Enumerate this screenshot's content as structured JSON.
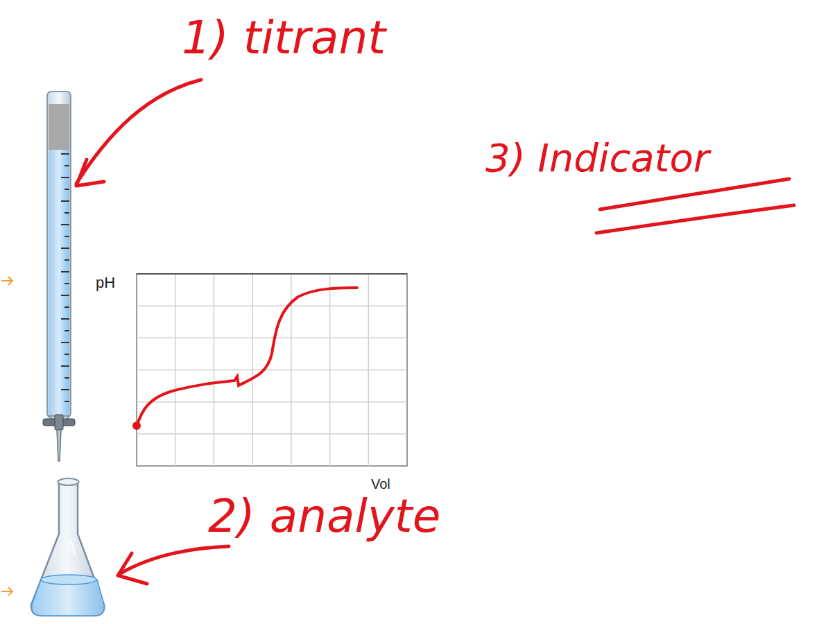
{
  "diagram": {
    "labels": [
      "1) titrant",
      "3) Indicator",
      "pH",
      "Vol",
      "2) analyte"
    ]
  }
}
